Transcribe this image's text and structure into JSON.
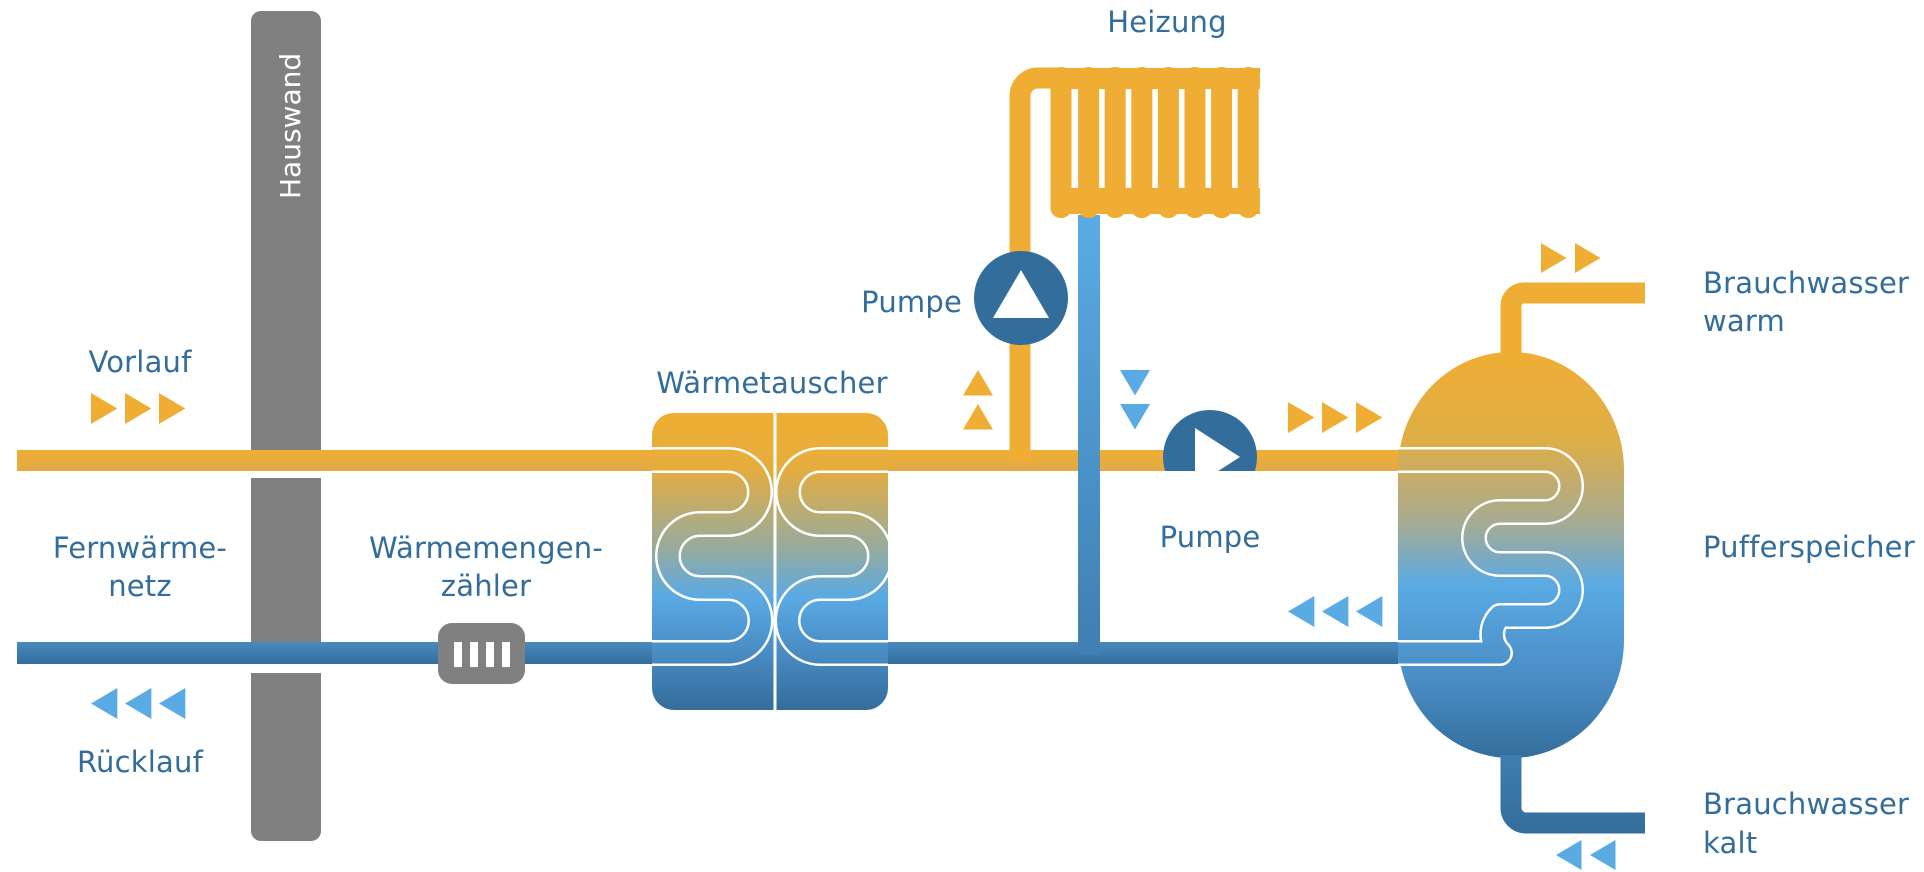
{
  "diagram": {
    "title": "Fernwärme Hausanschluss Schema",
    "colors": {
      "hot": "#efae33",
      "cold": "#5aaae4",
      "cold_dark": "#336d9b",
      "wall": "#808080",
      "label": "#336d9b",
      "pump": "#336d9b"
    },
    "labels": {
      "wall": "Hauswand",
      "supply": "Vorlauf",
      "network_line1": "Fernwärme-",
      "network_line2": "netz",
      "return": "Rücklauf",
      "meter_line1": "Wärmemengen-",
      "meter_line2": "zähler",
      "exchanger": "Wärmetauscher",
      "heating": "Heizung",
      "pump_heating": "Pumpe",
      "pump_storage": "Pumpe",
      "hot_water_line1": "Brauchwasser",
      "hot_water_line2": "warm",
      "buffer": "Pufferspeicher",
      "cold_water_line1": "Brauchwasser",
      "cold_water_line2": "kalt"
    },
    "flow_arrows": {
      "supply": {
        "direction": "right",
        "count": 3,
        "color": "hot"
      },
      "return": {
        "direction": "left",
        "count": 3,
        "color": "cold"
      },
      "heating_up": {
        "direction": "up",
        "count": 2,
        "color": "hot"
      },
      "heating_down": {
        "direction": "down",
        "count": 2,
        "color": "cold"
      },
      "storage_supply": {
        "direction": "right",
        "count": 3,
        "color": "hot"
      },
      "storage_return": {
        "direction": "left",
        "count": 3,
        "color": "cold"
      },
      "hot_water_out": {
        "direction": "right",
        "count": 2,
        "color": "hot"
      },
      "cold_water_in": {
        "direction": "left",
        "count": 2,
        "color": "cold"
      }
    },
    "radiator_columns": 8,
    "meter_bars": 4
  }
}
